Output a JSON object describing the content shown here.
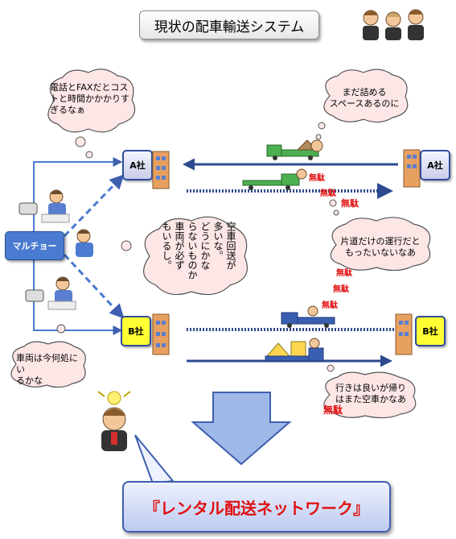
{
  "title": "現状の配車輸送システム",
  "clouds": {
    "cost": "電話とFAXだとコス\nトと時間かかかりす\nぎるなぁ",
    "space": "まだ詰める\nスペースあるのに",
    "empty_return": "空車回送が\n多いな。\nどうにかな\nらないものか\n車両が必ず\nもいるし。",
    "one_way": "片道だけの運行だと\nもったいないなあ",
    "vehicle_where": "車両は今何処にい\nるかな",
    "return_empty": "行きは良いが帰り\nはまた空車かなあ"
  },
  "multi_label": "マルチョー",
  "company_a": "A社",
  "company_b": "B社",
  "muda": "無駄",
  "banner": "『レンタル配送ネットワーク』",
  "colors": {
    "accent_blue": "#3f5fb0",
    "muda_red": "#e01010",
    "yellow": "#ffff33"
  }
}
